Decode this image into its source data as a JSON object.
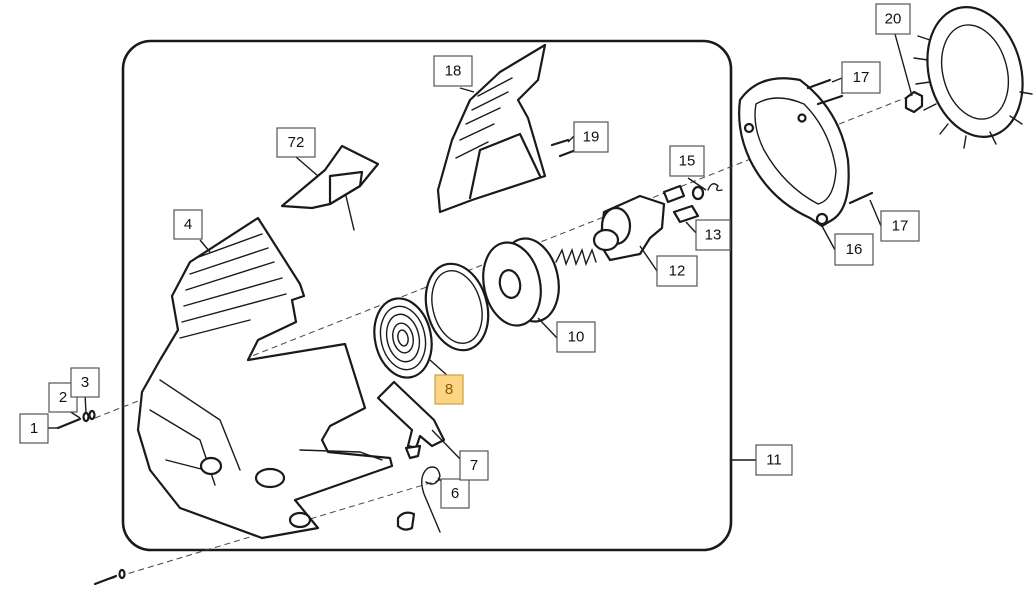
{
  "diagram": {
    "callouts": [
      {
        "id": "p1",
        "text": "1"
      },
      {
        "id": "p2",
        "text": "2"
      },
      {
        "id": "p3",
        "text": "3"
      },
      {
        "id": "p4",
        "text": "4"
      },
      {
        "id": "p6",
        "text": "6"
      },
      {
        "id": "p7",
        "text": "7"
      },
      {
        "id": "p8",
        "text": "8",
        "highlighted": true
      },
      {
        "id": "p10",
        "text": "10"
      },
      {
        "id": "p11",
        "text": "11"
      },
      {
        "id": "p12",
        "text": "12"
      },
      {
        "id": "p13",
        "text": "13"
      },
      {
        "id": "p15",
        "text": "15"
      },
      {
        "id": "p16",
        "text": "16"
      },
      {
        "id": "p17a",
        "text": "17"
      },
      {
        "id": "p17b",
        "text": "17"
      },
      {
        "id": "p18",
        "text": "18"
      },
      {
        "id": "p19",
        "text": "19"
      },
      {
        "id": "p20",
        "text": "20"
      },
      {
        "id": "p72",
        "text": "72"
      }
    ],
    "highlight_color": "#fbd583"
  }
}
